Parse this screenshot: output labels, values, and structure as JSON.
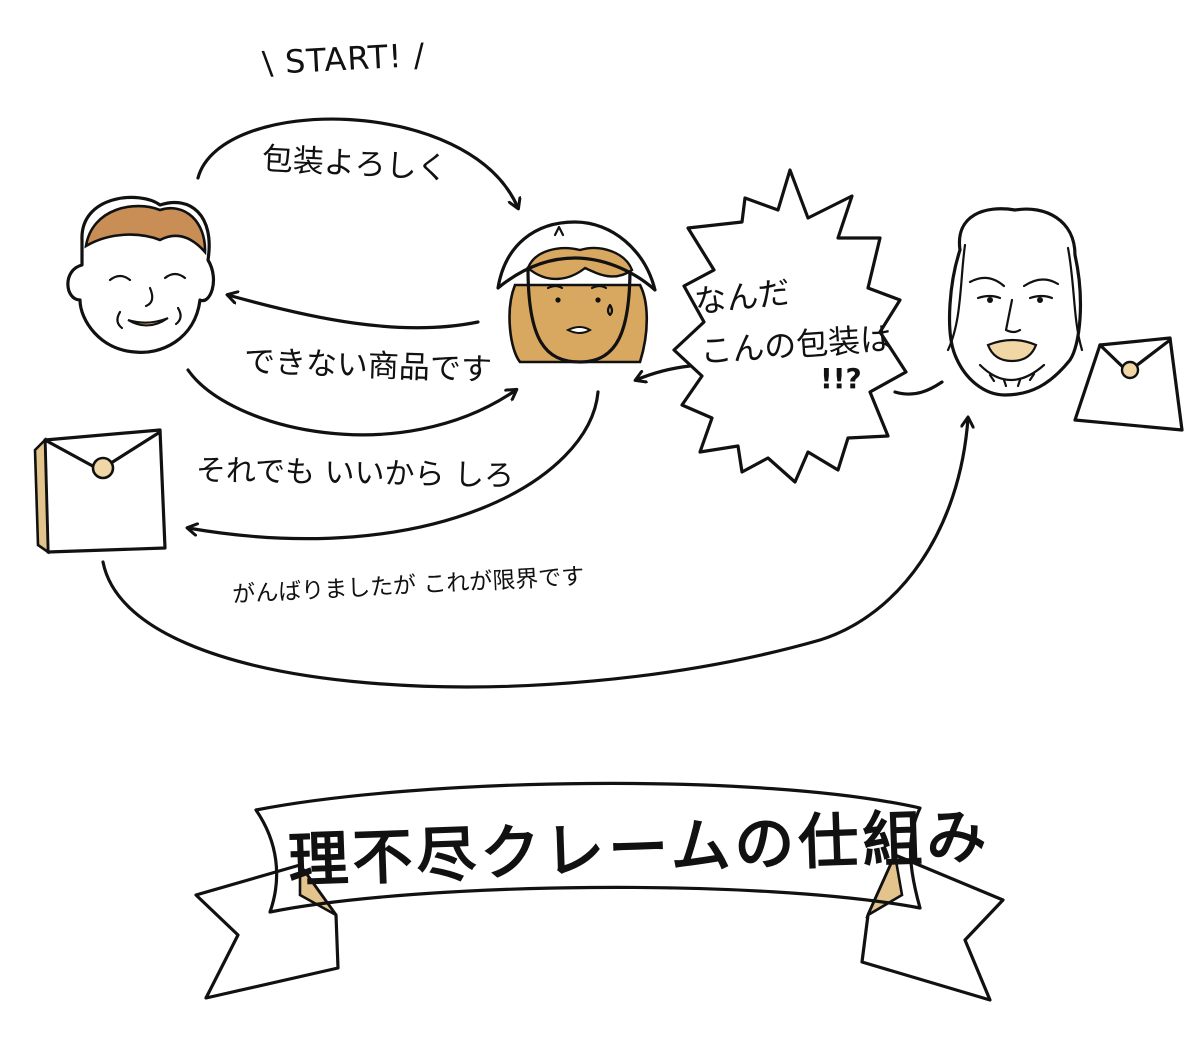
{
  "start": {
    "text": "\\ START! /"
  },
  "arrows": {
    "request_wrap": "包装よろしく",
    "cannot": "できない商品です",
    "do_anyway": "それでも いいから しろ",
    "did_best": "がんばりましたが これが限界です"
  },
  "complaint": {
    "line1": "なんだ",
    "line2": "こんの包装は",
    "line3": "!!?"
  },
  "title": {
    "text": "理不尽クレームの仕組み"
  },
  "colors": {
    "bag": "#f2d7a6",
    "ribbon": "#f5dca9",
    "hair_clerk": "#d9a860",
    "hair_customer": "#c98e55",
    "ink": "#111111"
  },
  "characters": [
    "customer-face-icon",
    "clerk-face-icon",
    "angry-man-face-icon"
  ],
  "objects": [
    "paper-bag-icon",
    "paper-bag-icon"
  ]
}
